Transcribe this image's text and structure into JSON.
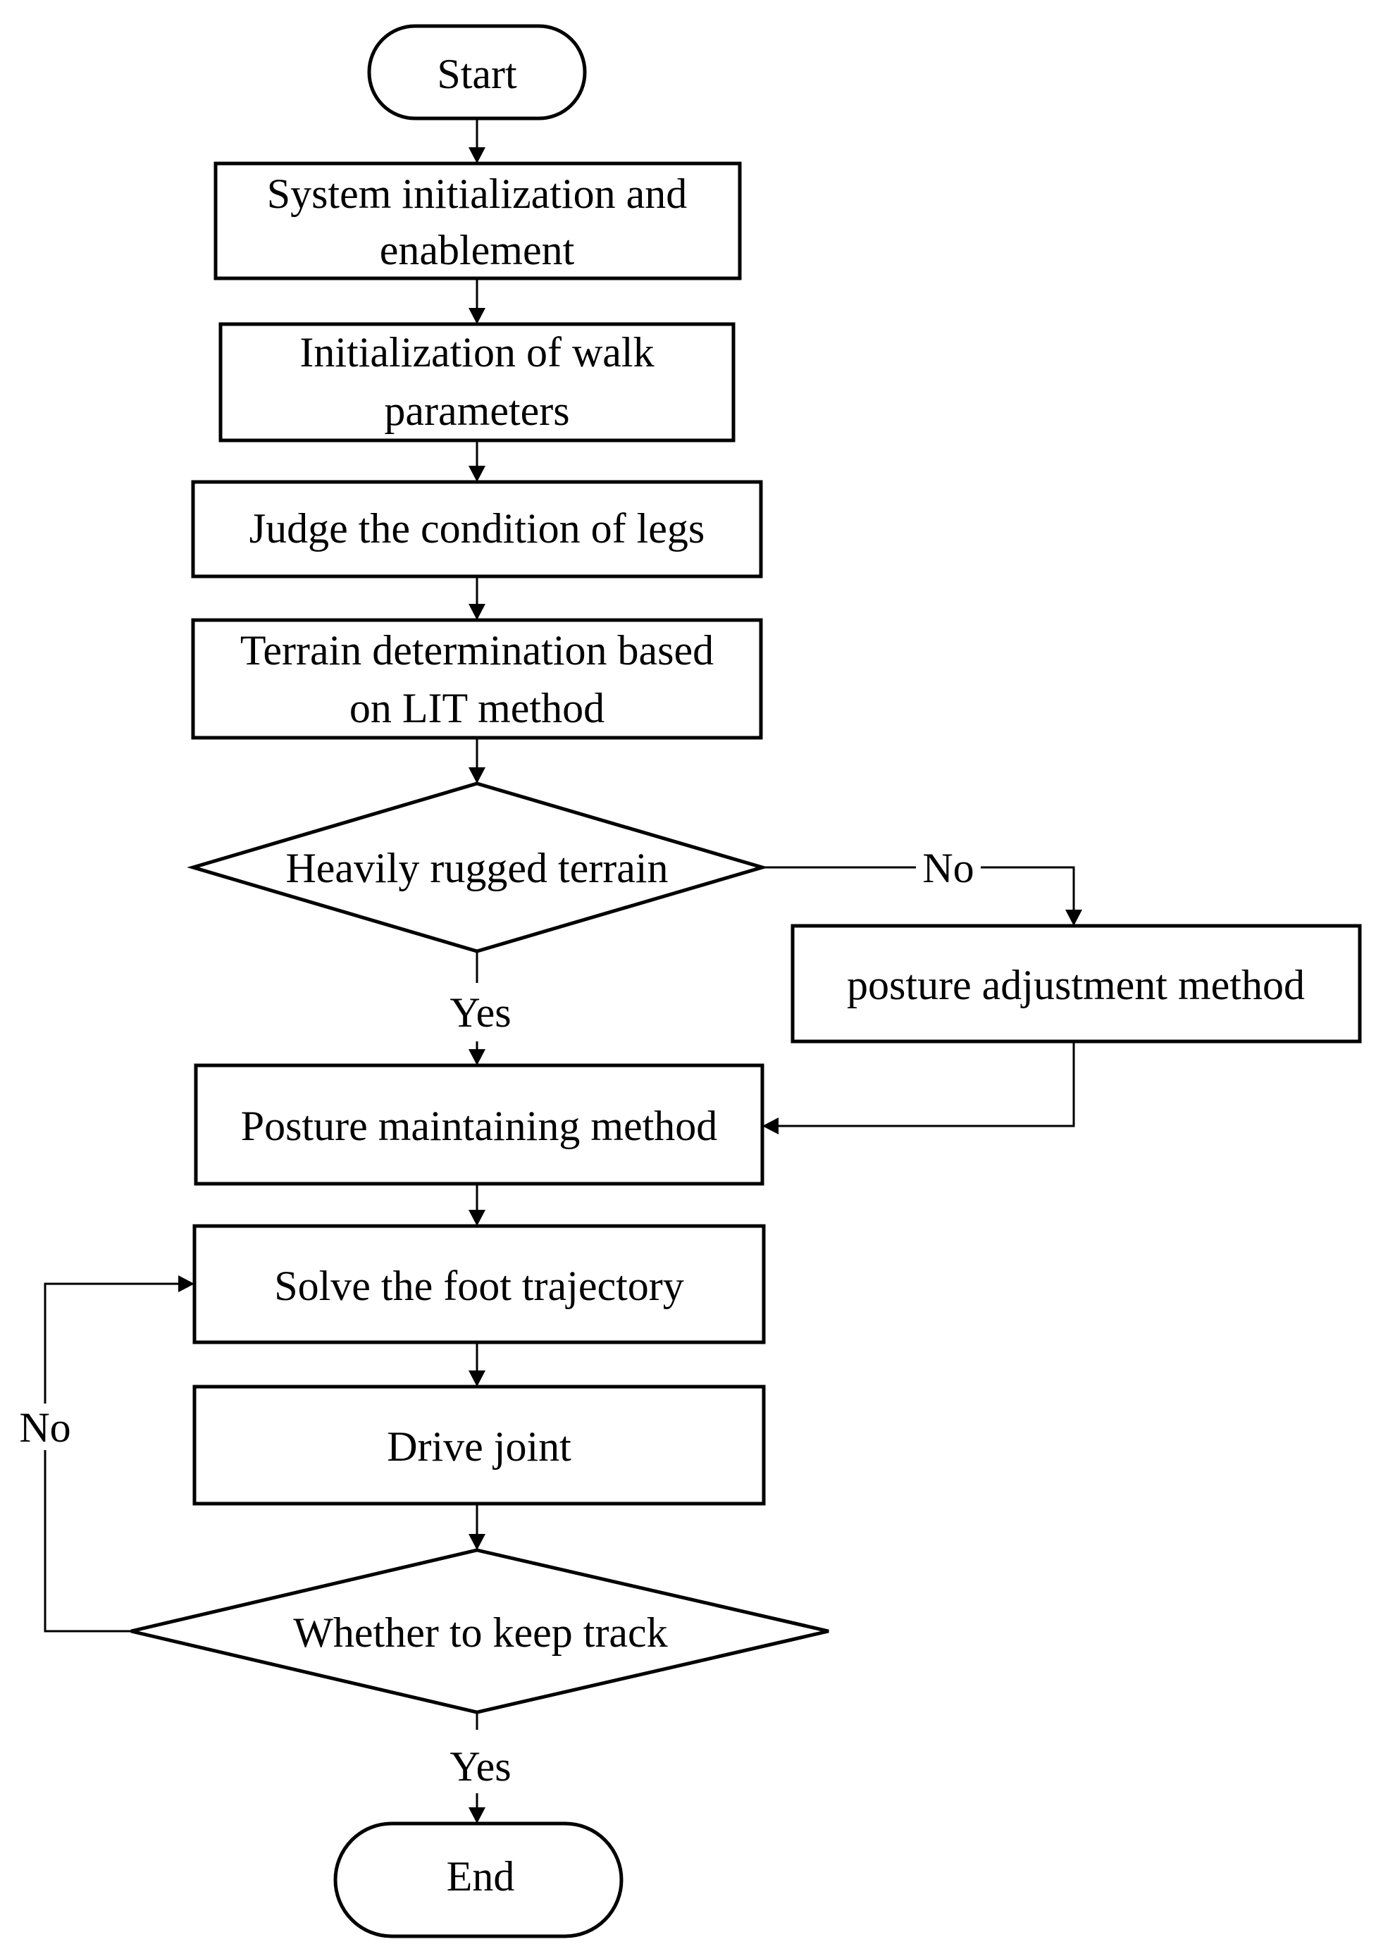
{
  "nodes": {
    "start": "Start",
    "system_init": [
      "System initialization and",
      "enablement"
    ],
    "walk_params": [
      "Initialization of walk",
      "parameters"
    ],
    "judge_legs": "Judge the condition of legs",
    "terrain_det": [
      "Terrain determination based",
      "on LIT method"
    ],
    "rugged_decision": "Heavily rugged terrain",
    "posture_adjust": "posture adjustment method",
    "posture_maintain": "Posture maintaining method",
    "solve_foot": "Solve the foot trajectory",
    "drive_joint": "Drive joint",
    "keep_track_decision": "Whether to keep track",
    "end": "End"
  },
  "edge_labels": {
    "rugged_no": "No",
    "rugged_yes": "Yes",
    "track_no": "No",
    "track_yes": "Yes"
  }
}
